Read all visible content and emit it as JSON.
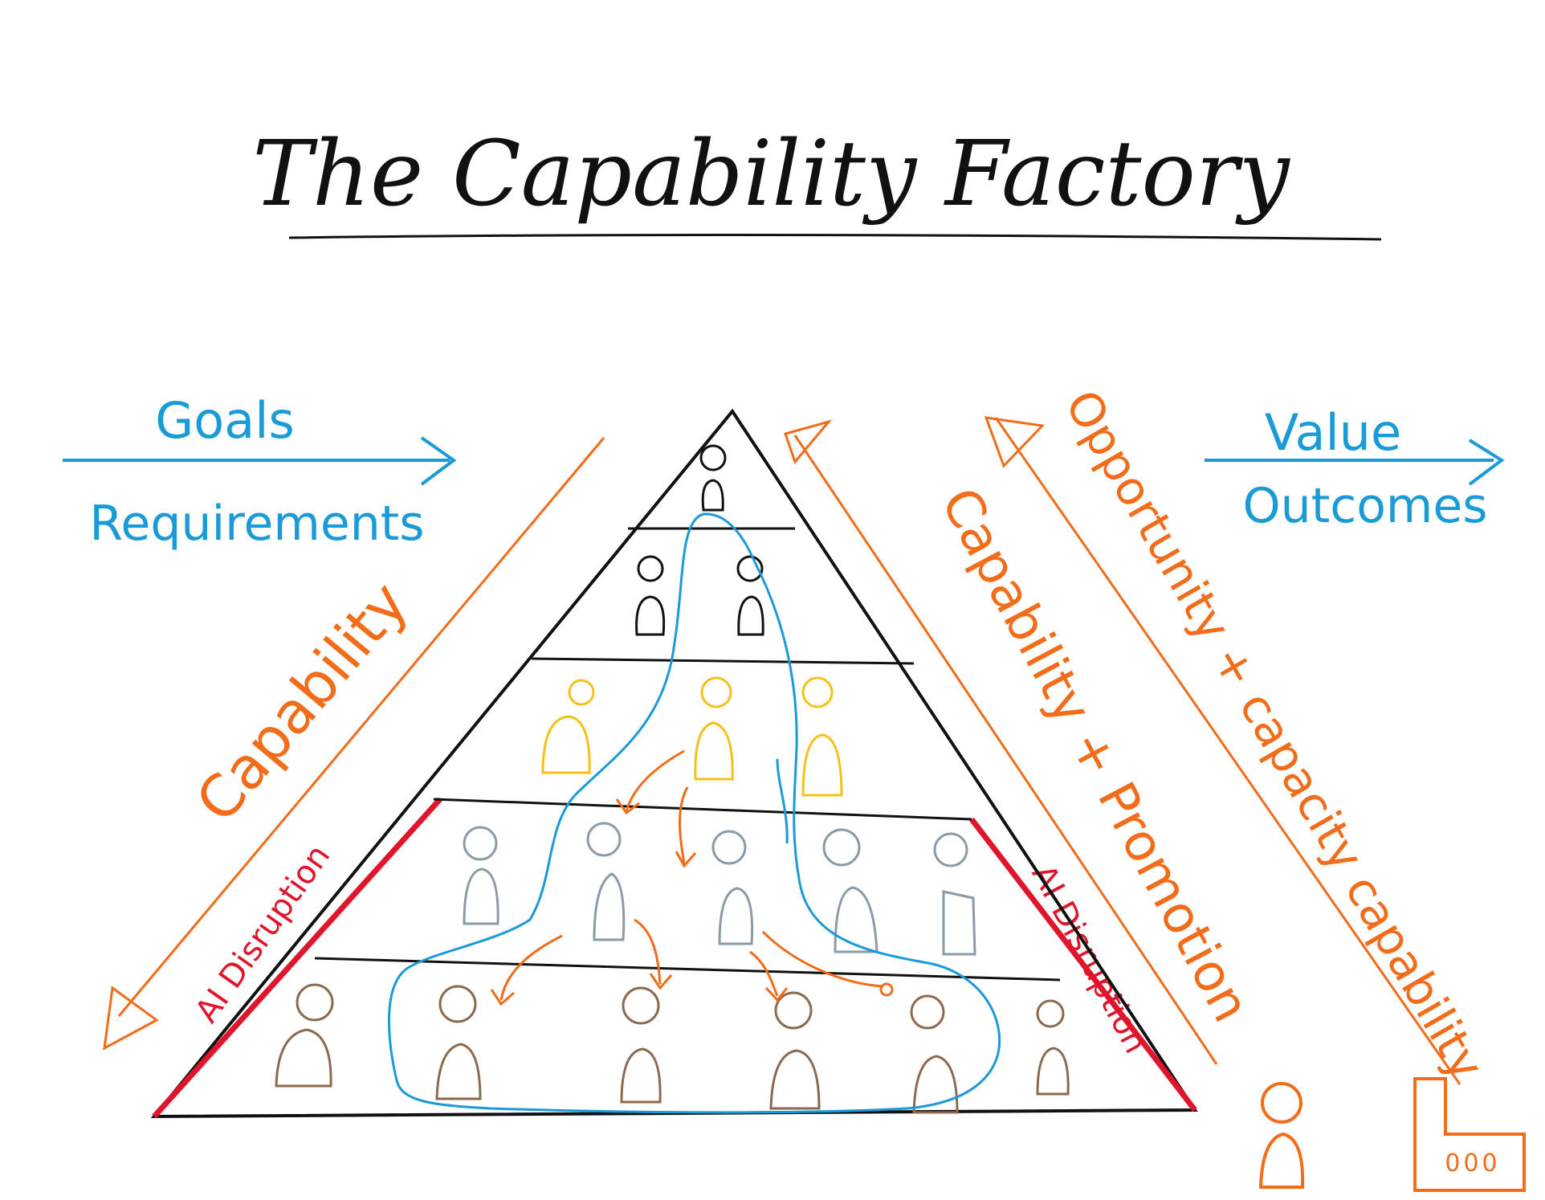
{
  "title": "The Capability Factory",
  "left": {
    "top_label": "Goals",
    "bottom_label": "Requirements",
    "side_label": "Capability",
    "disruption_label": "AI Disruption"
  },
  "right": {
    "top_label": "Value",
    "bottom_label": "Outcomes",
    "side_label_1": "Capability + Promotion",
    "side_label_2": "Opportunity + capacity capability",
    "disruption_label": "AI Disruption"
  },
  "building_windows": "000",
  "colors": {
    "black": "#111111",
    "blue": "#1a9ad6",
    "orange": "#f26c1a",
    "red": "#e0142a",
    "yellow": "#f5c018",
    "gray": "#8a9aa6",
    "brown": "#8b6a4e"
  }
}
